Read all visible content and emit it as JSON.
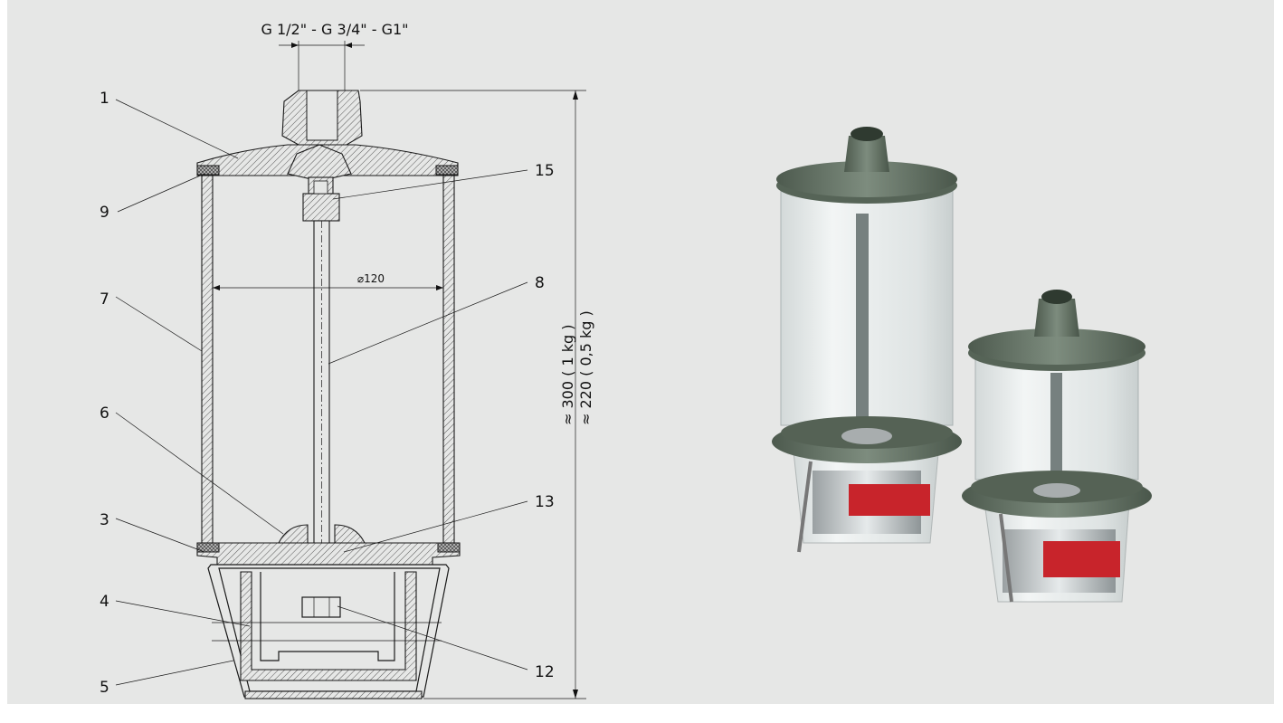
{
  "drawing": {
    "thread_label": "G 1/2\" - G 3/4\" - G1\"",
    "diameter_label": "⌀120",
    "height_large": "≈ 300 ( 1 kg )",
    "height_small": "≈ 220 ( 0,5 kg )",
    "parts": [
      {
        "num": "1",
        "side": "left"
      },
      {
        "num": "9",
        "side": "left"
      },
      {
        "num": "7",
        "side": "left"
      },
      {
        "num": "6",
        "side": "left"
      },
      {
        "num": "3",
        "side": "left"
      },
      {
        "num": "4",
        "side": "left"
      },
      {
        "num": "5",
        "side": "left"
      },
      {
        "num": "15",
        "side": "right"
      },
      {
        "num": "8",
        "side": "right"
      },
      {
        "num": "13",
        "side": "right"
      },
      {
        "num": "12",
        "side": "right"
      }
    ]
  },
  "colors": {
    "background": "#e6e7e6",
    "body_green": "#6b7a6c",
    "label_red": "#c8242b"
  },
  "icons": [
    "technical-drawing-icon",
    "lubricator-render-icon"
  ]
}
